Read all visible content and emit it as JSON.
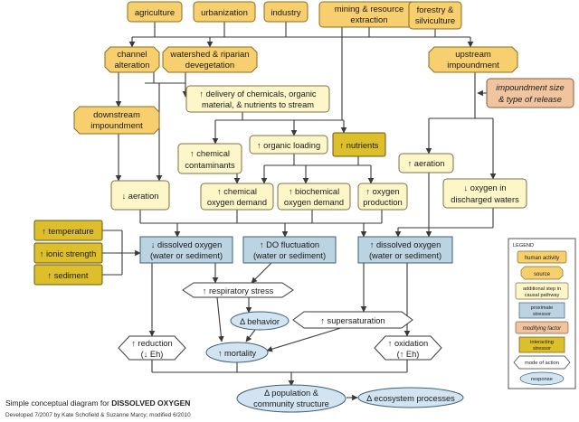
{
  "colors": {
    "human_activity": "#f7cf6e",
    "source": "#f7cf6e",
    "additional_step": "#fdf6c8",
    "proximate_stressor": "#bcd3e2",
    "modifying_factor": "#f1c4a0",
    "interacting_stressor": "#dcbf2a",
    "mode_of_action": "#ffffff",
    "response": "#d2e4f1",
    "line": "#3a3a3a"
  },
  "nodes": {
    "agriculture": "agriculture",
    "urbanization": "urbanization",
    "industry": "industry",
    "mining_l1": "mining & resource",
    "mining_l2": "extraction",
    "forestry_l1": "forestry &",
    "forestry_l2": "silviculture",
    "channel_l1": "channel",
    "channel_l2": "alteration",
    "watershed_l1": "watershed & riparian",
    "watershed_l2": "devegetation",
    "upstream_l1": "upstream",
    "upstream_l2": "impoundment",
    "downstream_l1": "downstream",
    "downstream_l2": "impoundment",
    "impsize_l1": "impoundment size",
    "impsize_l2": "& type of release",
    "delivery_l1": "↑ delivery of chemicals, organic",
    "delivery_l2": "material, & nutrients to stream",
    "chem_cont_l1": "↑ chemical",
    "chem_cont_l2": "contaminants",
    "organic_loading": "↑ organic loading",
    "nutrients": "↑ nutrients",
    "aeration_right": "↑ aeration",
    "aeration_left": "↓ aeration",
    "cod_l1": "↑ chemical",
    "cod_l2": "oxygen demand",
    "bod_l1": "↑ biochemical",
    "bod_l2": "oxygen demand",
    "oxprod_l1": "↑ oxygen",
    "oxprod_l2": "production",
    "oxdis_l1": "↓ oxygen in",
    "oxdis_l2": "discharged waters",
    "temperature": "↑ temperature",
    "ionic": "↑ ionic strength",
    "sediment": "↑ sediment",
    "do_down_l1": "↓ dissolved oxygen",
    "do_down_l2": "(water or sediment)",
    "do_fluct_l1": "↑ DO fluctuation",
    "do_fluct_l2": "(water or sediment)",
    "do_up_l1": "↑ dissolved oxygen",
    "do_up_l2": "(water or sediment)",
    "resp_stress": "↑ respiratory stress",
    "behavior": "Δ behavior",
    "supersat": "↑ supersaturation",
    "reduction_l1": "↑ reduction",
    "reduction_l2": "(↓ Eh)",
    "mortality": "↑ mortality",
    "oxidation_l1": "↑ oxidation",
    "oxidation_l2": "(↑ Eh)",
    "population_l1": "Δ population &",
    "population_l2": "community structure",
    "ecosystem": "Δ ecosystem processes"
  },
  "legend": {
    "title": "LEGEND",
    "human_activity": "human activity",
    "source": "source",
    "additional_l1": "additional step in",
    "additional_l2": "causal pathway",
    "proximate_l1": "proximate",
    "proximate_l2": "stressor",
    "modifying": "modifying factor",
    "interacting_l1": "interacting",
    "interacting_l2": "stressor",
    "mode": "mode of action",
    "response": "response"
  },
  "caption": {
    "prefix": "Simple conceptual diagram for",
    "subject": "DISSOLVED OXYGEN",
    "credits": "Developed 7/2007 by Kate Schofield & Suzanne Marcy; modified 6/2010"
  }
}
